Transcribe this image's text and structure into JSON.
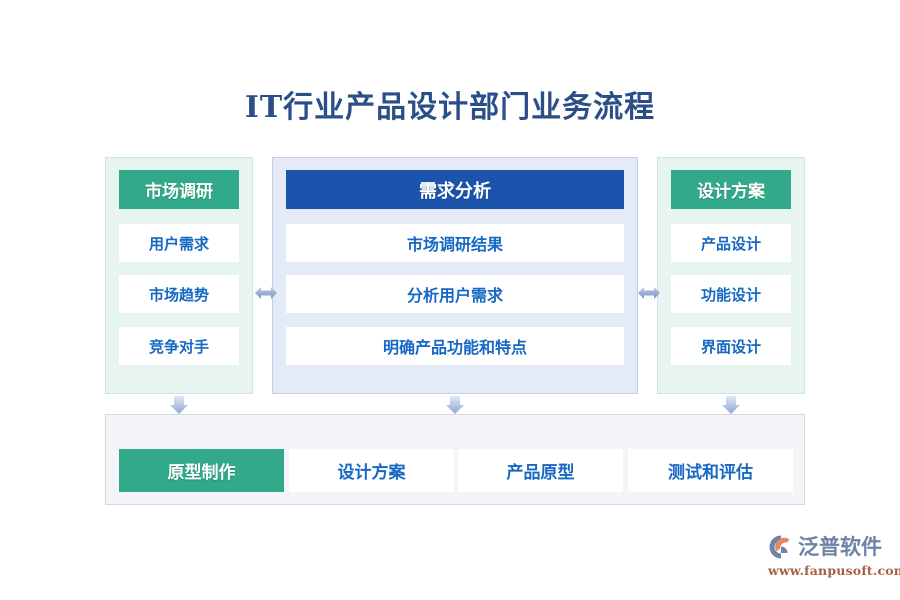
{
  "title": "IT行业产品设计部门业务流程",
  "columns": [
    {
      "id": "market-research",
      "header": "市场调研",
      "header_color": "#32a98a",
      "panel_color": "#e8f4f0",
      "items": [
        "用户需求",
        "市场趋势",
        "竞争对手"
      ]
    },
    {
      "id": "requirement-analysis",
      "header": "需求分析",
      "header_color": "#1a54ac",
      "panel_color": "#e5ebf6",
      "items": [
        "市场调研结果",
        "分析用户需求",
        "明确产品功能和特点"
      ]
    },
    {
      "id": "design-plan",
      "header": "设计方案",
      "header_color": "#32a98a",
      "panel_color": "#e8f4f0",
      "items": [
        "产品设计",
        "功能设计",
        "界面设计"
      ]
    }
  ],
  "bottom": {
    "panel_color": "#f4f5f8",
    "items": [
      {
        "label": "原型制作",
        "highlight": true
      },
      {
        "label": "设计方案",
        "highlight": false
      },
      {
        "label": "产品原型",
        "highlight": false
      },
      {
        "label": "测试和评估",
        "highlight": false
      }
    ]
  },
  "arrows": {
    "horizontal_icon": "double-arrow-horizontal-icon",
    "down_icon": "arrow-down-icon",
    "color": "#8ba3cf"
  },
  "logo": {
    "mark": "fanpu-logo-icon",
    "name": "泛普软件",
    "url": "www.fanpusoft.com",
    "name_color": "#6e83a6",
    "url_color": "#a6603f",
    "accent_color": "#e08a62"
  },
  "theme": {
    "title_color": "#2a4e87",
    "item_text_color": "#1668c4",
    "green": "#32a98a",
    "blue": "#1a54ac"
  }
}
